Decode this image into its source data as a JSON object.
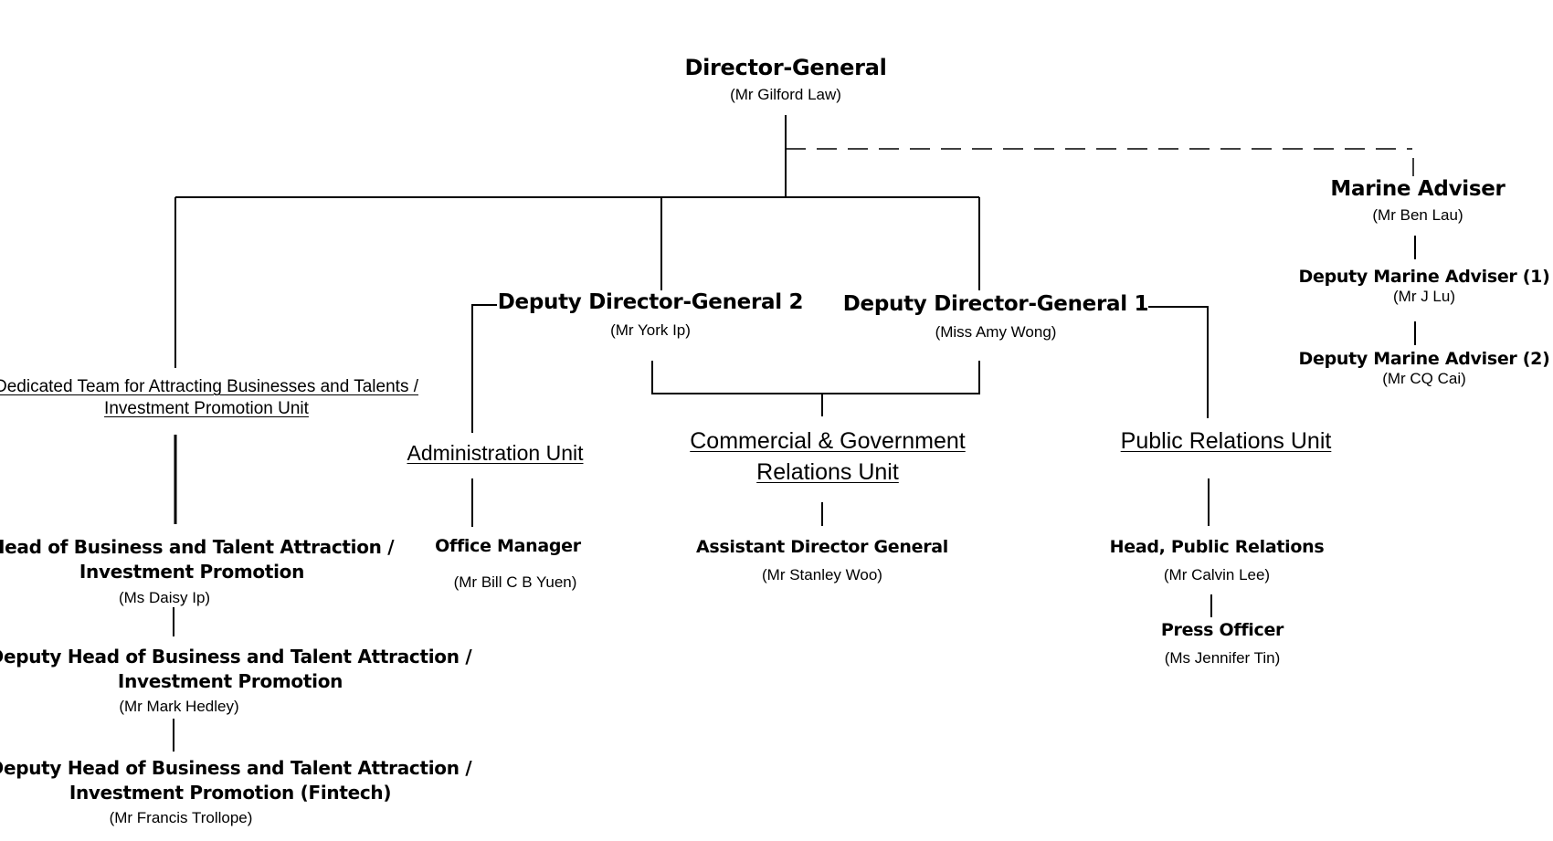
{
  "director_general": {
    "title": "Director-General",
    "name": "(Mr Gilford Law)"
  },
  "marine_adviser": {
    "title": "Marine Adviser",
    "name": "(Mr Ben Lau)"
  },
  "deputy_marine_adviser_1": {
    "title": "Deputy Marine Adviser (1)",
    "name": "(Mr J Lu)"
  },
  "deputy_marine_adviser_2": {
    "title": "Deputy Marine Adviser (2)",
    "name": "(Mr CQ Cai)"
  },
  "deputy_director_general_2": {
    "title": "Deputy Director-General 2",
    "name": "(Mr York Ip)"
  },
  "deputy_director_general_1": {
    "title": "Deputy Director-General 1",
    "name": "(Miss Amy Wong)"
  },
  "investment_unit": {
    "line1": "Dedicated Team for Attracting Businesses and Talents /",
    "line2": "Investment Promotion Unit"
  },
  "administration_unit": {
    "label": "Administration Unit"
  },
  "commercial_unit": {
    "line1": "Commercial & Government",
    "line2": "Relations Unit"
  },
  "public_relations_unit": {
    "label": "Public Relations Unit"
  },
  "head_business": {
    "line1": "Head of Business and Talent Attraction /",
    "line2": "Investment Promotion",
    "name": "(Ms Daisy Ip)"
  },
  "deputy_head_business": {
    "line1": "Deputy Head of Business and Talent Attraction /",
    "line2": "Investment Promotion",
    "name": "(Mr Mark Hedley)"
  },
  "deputy_head_fintech": {
    "line1": "Deputy Head of Business and Talent Attraction /",
    "line2": "Investment Promotion (Fintech)",
    "name": "(Mr Francis Trollope)"
  },
  "office_manager": {
    "title": "Office Manager",
    "name": "(Mr Bill C B Yuen)"
  },
  "assistant_director_general": {
    "title": "Assistant Director General",
    "name": "(Mr Stanley Woo)"
  },
  "head_public_relations": {
    "title": "Head, Public Relations",
    "name": "(Mr Calvin Lee)"
  },
  "press_officer": {
    "title": "Press Officer",
    "name": "(Ms Jennifer Tin)"
  }
}
